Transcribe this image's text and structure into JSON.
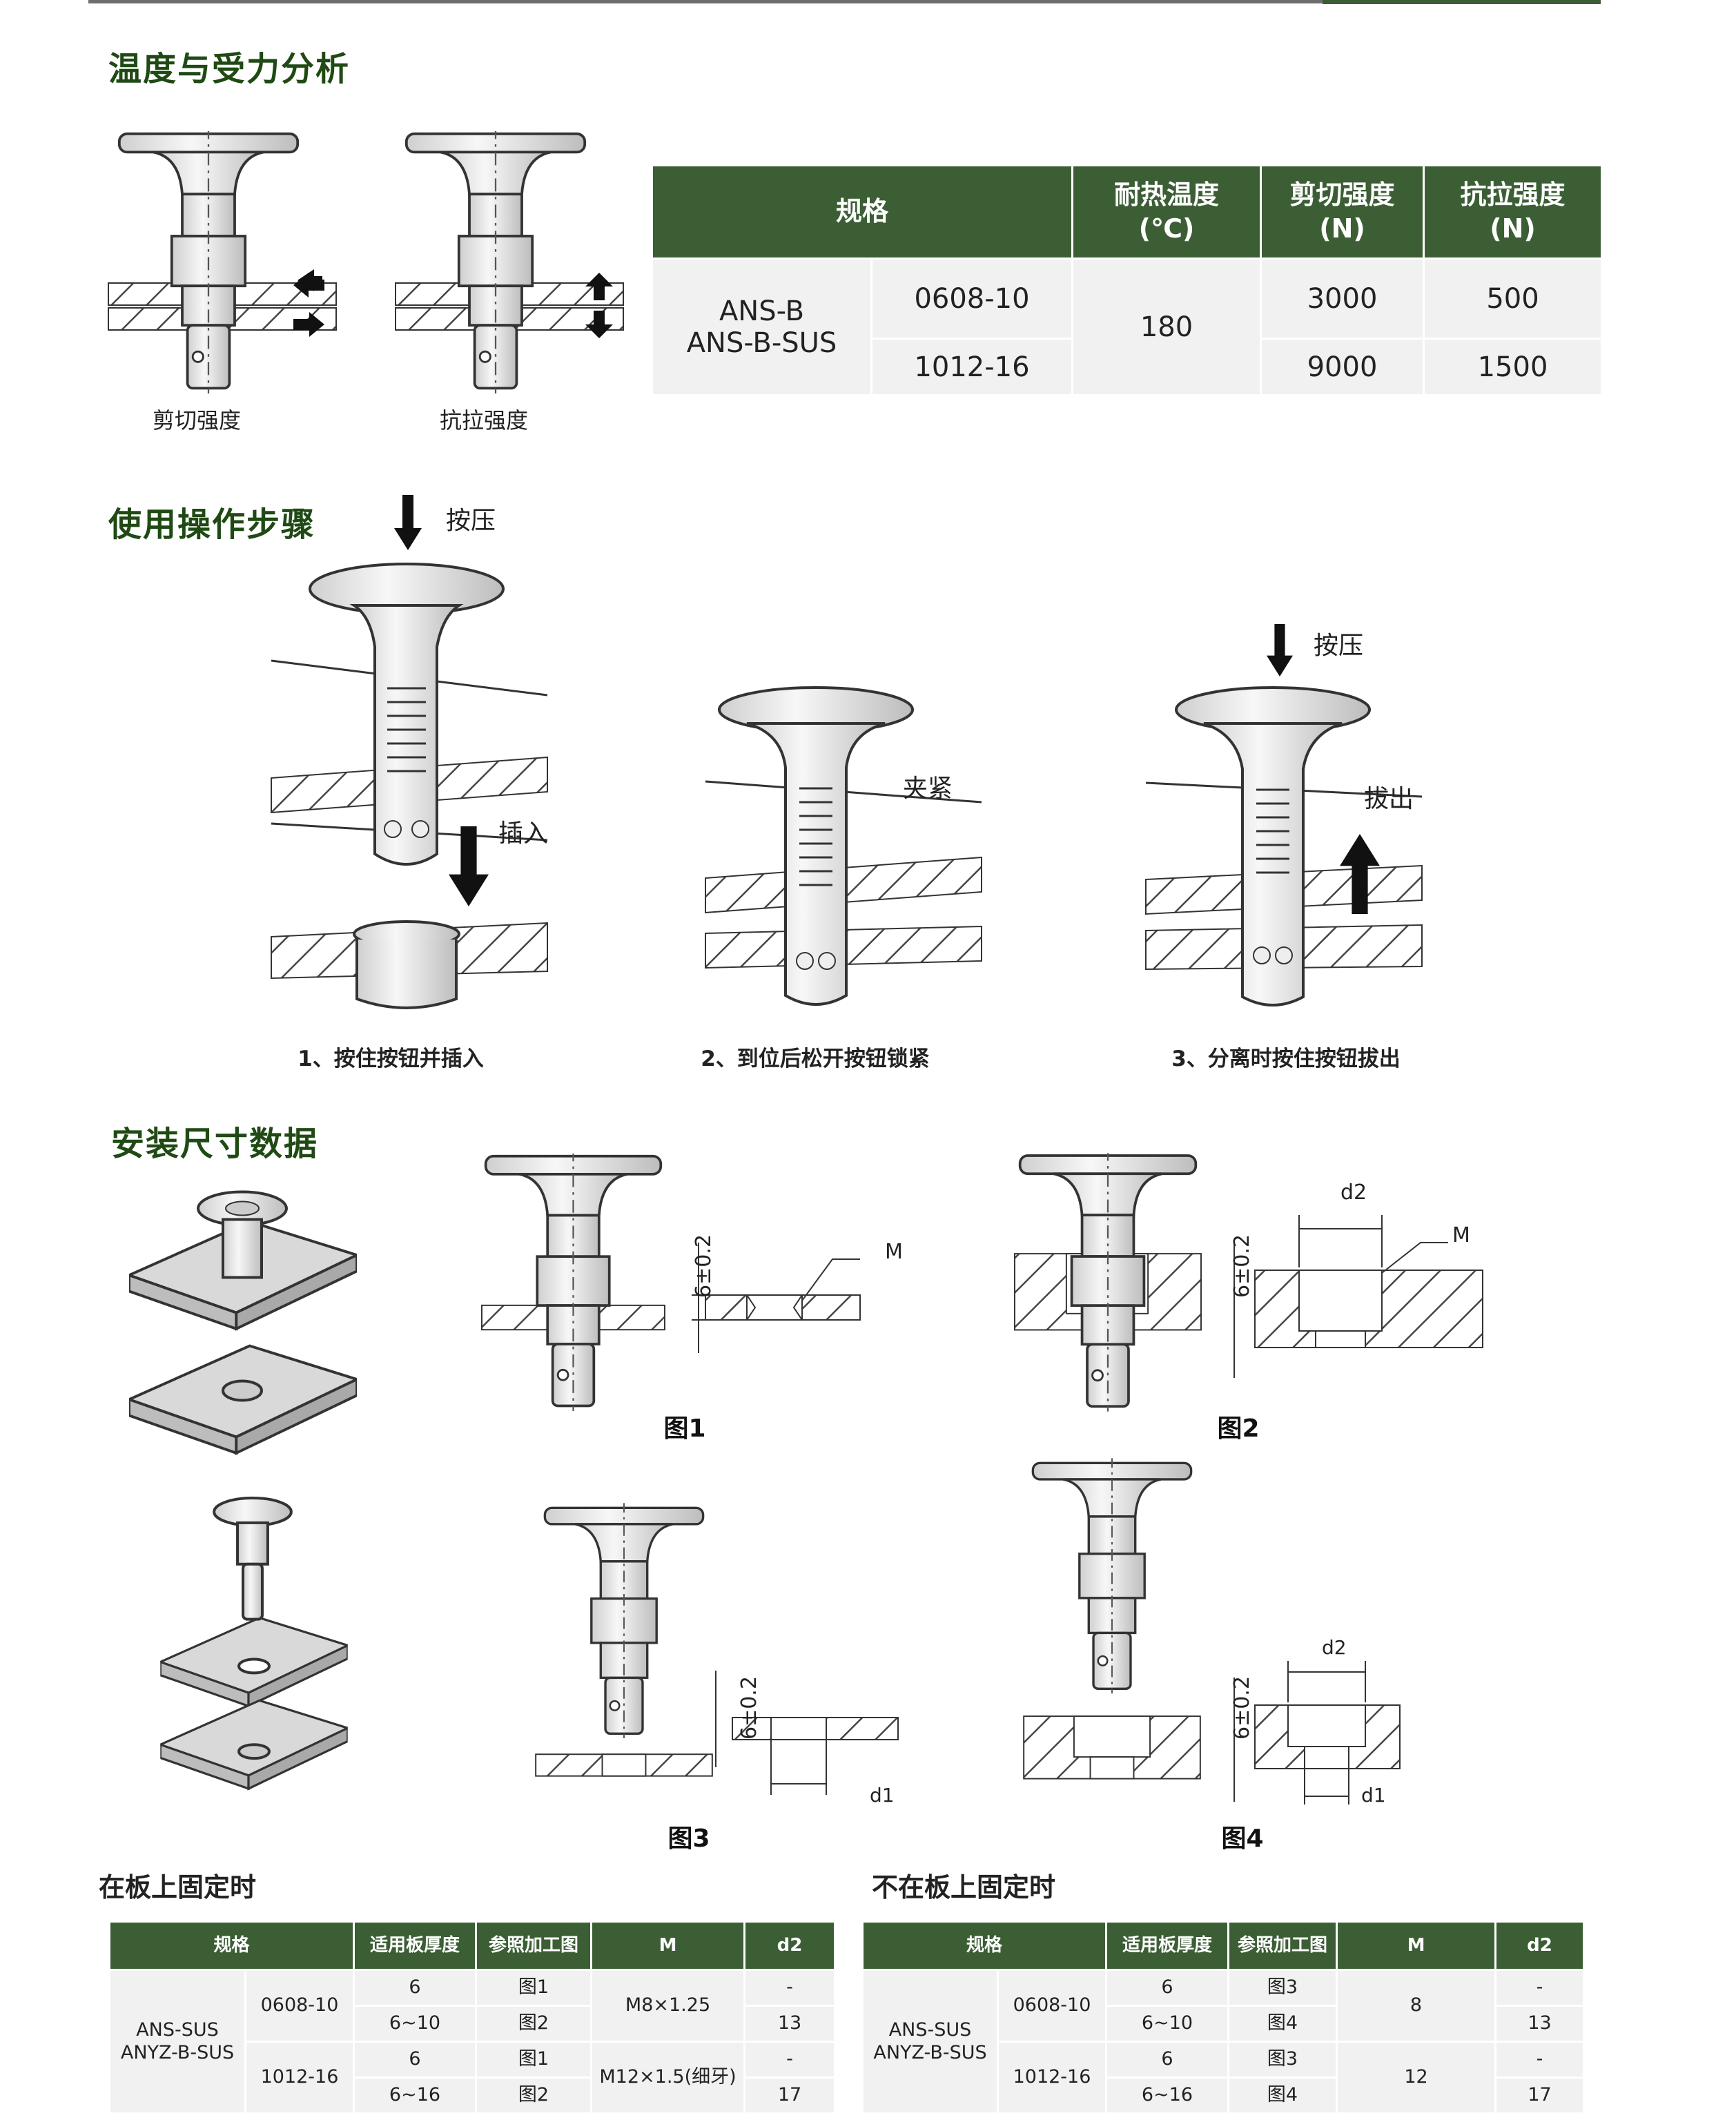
{
  "sections": {
    "temp_force": "温度与受力分析",
    "operation": "使用操作步骤",
    "install": "安装尺寸数据"
  },
  "force_diagrams": {
    "shear_label": "剪切强度",
    "tensile_label": "抗拉强度"
  },
  "strength_table": {
    "headers": {
      "spec": "规格",
      "heat": "耐热温度",
      "heat_unit": "(℃)",
      "shear": "剪切强度",
      "shear_unit": "(N)",
      "tensile": "抗拉强度",
      "tensile_unit": "(N)"
    },
    "model_line1": "ANS-B",
    "model_line2": "ANS-B-SUS",
    "heat_value": "180",
    "rows": [
      {
        "size": "0608-10",
        "shear": "3000",
        "tensile": "500"
      },
      {
        "size": "1012-16",
        "shear": "9000",
        "tensile": "1500"
      }
    ]
  },
  "steps": {
    "press1": "按压",
    "insert": "插入",
    "clamp": "夹紧",
    "press2": "按压",
    "pull": "拔出",
    "step1": "1、按住按钮并插入",
    "step2": "2、到位后松开按钮锁紧",
    "step3": "3、分离时按住按钮拔出"
  },
  "install_figs": {
    "dim_label": "6±0.2",
    "m_label": "M",
    "d1_label": "d1",
    "d2_label": "d2",
    "fig1": "图1",
    "fig2": "图2",
    "fig3": "图3",
    "fig4": "图4"
  },
  "on_plate": {
    "title": "在板上固定时",
    "headers": [
      "规格",
      "适用板厚度",
      "参照加工图",
      "M",
      "d2"
    ],
    "model_line1": "ANS-SUS",
    "model_line2": "ANYZ-B-SUS",
    "groups": [
      {
        "size": "0608-10",
        "m": "M8×1.25",
        "rows": [
          {
            "thk": "6",
            "fig": "图1",
            "d2": "-"
          },
          {
            "thk": "6~10",
            "fig": "图2",
            "d2": "13"
          }
        ]
      },
      {
        "size": "1012-16",
        "m": "M12×1.5(细牙)",
        "rows": [
          {
            "thk": "6",
            "fig": "图1",
            "d2": "-"
          },
          {
            "thk": "6~16",
            "fig": "图2",
            "d2": "17"
          }
        ]
      }
    ]
  },
  "off_plate": {
    "title": "不在板上固定时",
    "headers": [
      "规格",
      "适用板厚度",
      "参照加工图",
      "M",
      "d2"
    ],
    "model_line1": "ANS-SUS",
    "model_line2": "ANYZ-B-SUS",
    "groups": [
      {
        "size": "0608-10",
        "m": "8",
        "rows": [
          {
            "thk": "6",
            "fig": "图3",
            "d2": "-"
          },
          {
            "thk": "6~10",
            "fig": "图4",
            "d2": "13"
          }
        ]
      },
      {
        "size": "1012-16",
        "m": "12",
        "rows": [
          {
            "thk": "6",
            "fig": "图3",
            "d2": "-"
          },
          {
            "thk": "6~16",
            "fig": "图4",
            "d2": "17"
          }
        ]
      }
    ]
  },
  "colors": {
    "accent": "#3c5e35",
    "title": "#1f4a14",
    "cell": "#f1f1f1"
  }
}
